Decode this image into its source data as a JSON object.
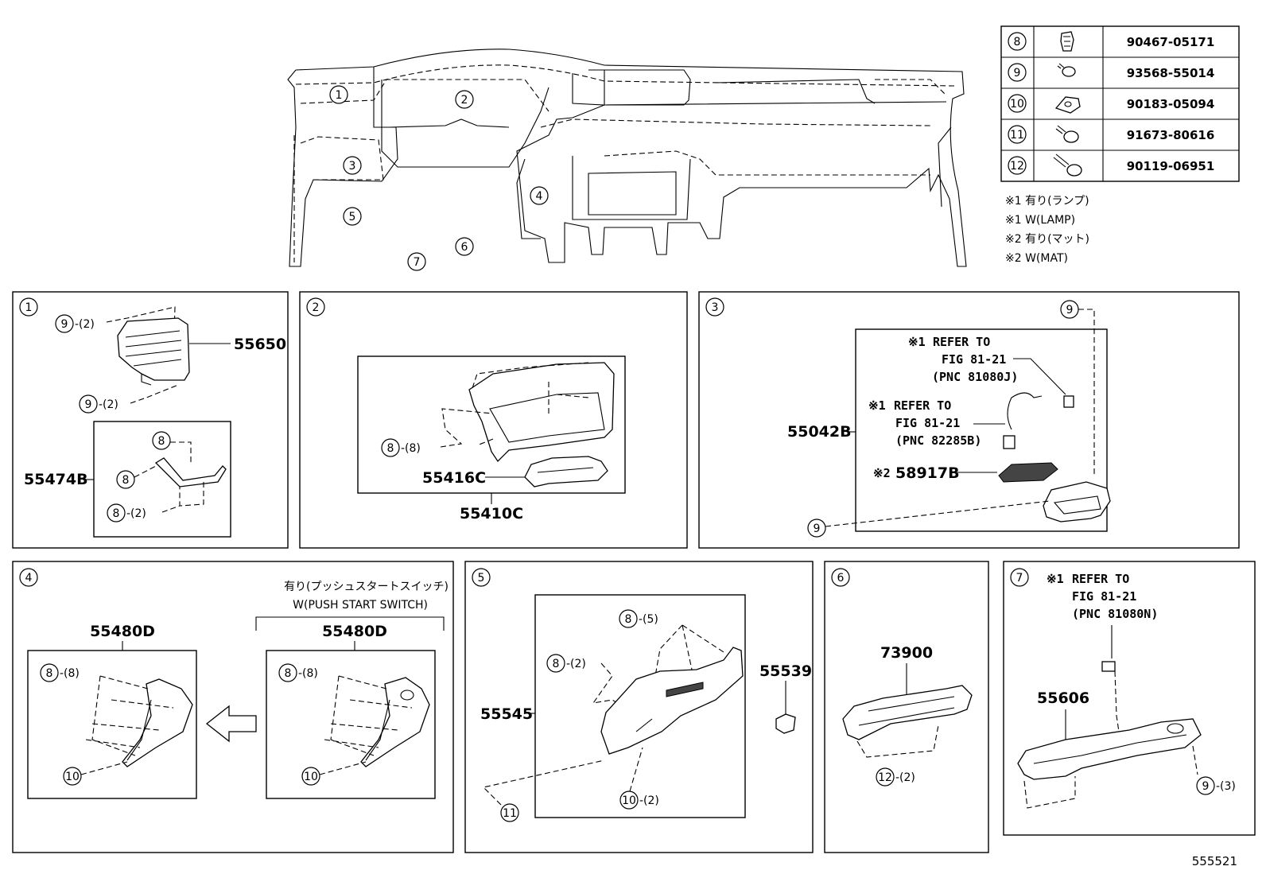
{
  "diagram_id": "555521",
  "fastener_table": [
    {
      "num": "8",
      "code": "90467-05171",
      "icon": "clip-icon"
    },
    {
      "num": "9",
      "code": "93568-55014",
      "icon": "screw-icon"
    },
    {
      "num": "10",
      "code": "90183-05094",
      "icon": "nut-clip-icon"
    },
    {
      "num": "11",
      "code": "91673-80616",
      "icon": "bolt-icon"
    },
    {
      "num": "12",
      "code": "90119-06951",
      "icon": "long-bolt-icon"
    }
  ],
  "notes": [
    "※1 有り(ランプ)",
    "※1 W(LAMP)",
    "※2 有り(マット)",
    "※2 W(MAT)"
  ],
  "overview_callouts": [
    "1",
    "2",
    "3",
    "4",
    "5",
    "6",
    "7"
  ],
  "panel1": {
    "num": "1",
    "part_top": "55650",
    "part_bottom": "55474B",
    "c1": "9",
    "c1q": "-(2)",
    "c2": "9",
    "c2q": "-(2)",
    "c3": "8",
    "c4": "8",
    "c5": "8",
    "c5q": "-(2)"
  },
  "panel2": {
    "num": "2",
    "part_inner": "55416C",
    "part_outer": "55410C",
    "c1": "8",
    "c1q": "-(8)"
  },
  "panel3": {
    "num": "3",
    "part_main": "55042B",
    "mark1": "※1",
    "ref1_l1": "REFER TO",
    "ref1_l2": "FIG 81-21",
    "ref1_l3": "(PNC 81080J)",
    "mark2": "※1",
    "ref2_l1": "REFER TO",
    "ref2_l2": "FIG 81-21",
    "ref2_l3": "(PNC 82285B)",
    "mark3": "※2",
    "part_mat": "58917B",
    "c_top": "9",
    "c_bottom": "9"
  },
  "panel4": {
    "num": "4",
    "header_jp": "有り(プッシュスタートスイッチ)",
    "header_en": "W(PUSH START SWITCH)",
    "part_left": "55480D",
    "part_right": "55480D",
    "cl1": "8",
    "cl1q": "-(8)",
    "cl2": "10",
    "cr1": "8",
    "cr1q": "-(8)",
    "cr2": "10"
  },
  "panel5": {
    "num": "5",
    "part_main": "55545",
    "part_side": "55539",
    "c1": "8",
    "c1q": "-(5)",
    "c2": "8",
    "c2q": "-(2)",
    "c3": "10",
    "c3q": "-(2)",
    "c4": "11"
  },
  "panel6": {
    "num": "6",
    "part_main": "73900",
    "c1": "12",
    "c1q": "-(2)"
  },
  "panel7": {
    "num": "7",
    "mark": "※1",
    "ref_l1": "REFER TO",
    "ref_l2": "FIG 81-21",
    "ref_l3": "(PNC 81080N)",
    "part_main": "55606",
    "c1": "9",
    "c1q": "-(3)"
  }
}
